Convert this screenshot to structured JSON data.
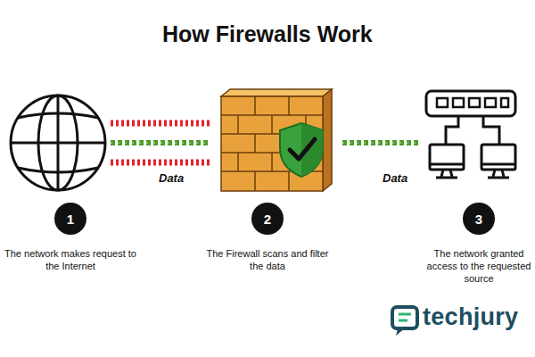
{
  "diagram": {
    "title": "How Firewalls Work",
    "nodes": [
      {
        "text": [
          "1",
          "The network makes request to the Internet"
        ]
      },
      {
        "text": [
          "2",
          "The Firewall scans and filter the data"
        ]
      },
      {
        "text": [
          "3",
          "The network granted access to the requested source"
        ]
      }
    ],
    "labels": [
      "Data",
      "Data",
      "techjury"
    ]
  }
}
